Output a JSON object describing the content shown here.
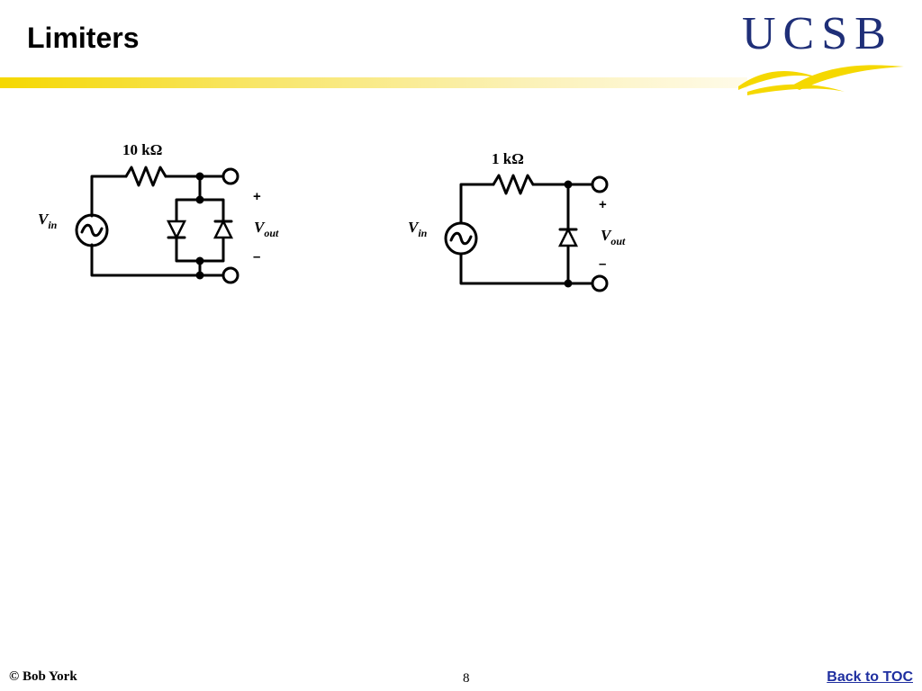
{
  "slide": {
    "title": "Limiters",
    "logo_text": "UCSB",
    "colors": {
      "title": "#000000",
      "logo": "#1f2f78",
      "wave": "#f5d800",
      "link": "#1f2fa0"
    }
  },
  "circuit_left": {
    "resistor_label": "10 kΩ",
    "source_label": {
      "main": "V",
      "sub": "in"
    },
    "output_label": {
      "main": "V",
      "sub": "out"
    },
    "plus": "+",
    "minus": "–"
  },
  "circuit_right": {
    "resistor_label": "1 kΩ",
    "source_label": {
      "main": "V",
      "sub": "in"
    },
    "output_label": {
      "main": "V",
      "sub": "out"
    },
    "plus": "+",
    "minus": "–"
  },
  "footer": {
    "copyright": "©  Bob York",
    "page_number": "8",
    "back_link": "Back to TOC"
  }
}
